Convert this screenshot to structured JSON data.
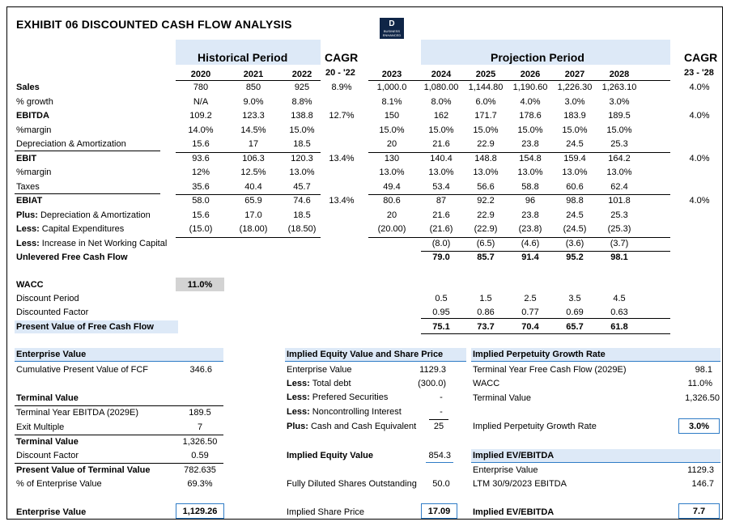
{
  "title": "EXHIBIT  06    DISCOUNTED CASH FLOW ANALYSIS",
  "logo": "BUSINESS ENHANCED",
  "hist_header": "Historical Period",
  "proj_header": "Projection Period",
  "cagr1": "CAGR",
  "cagr1_sub": "20 - '22",
  "cagr2": "CAGR",
  "cagr2_sub": "23 - '28",
  "years": [
    "2020",
    "2021",
    "2022",
    "2023",
    "2024",
    "2025",
    "2026",
    "2027",
    "2028"
  ],
  "rows": [
    {
      "label": "Sales",
      "bold": true,
      "vals": [
        "780",
        "850",
        "925",
        "1,000.0",
        "1,080.00",
        "1,144.80",
        "1,190.60",
        "1,226.30",
        "1,263.10"
      ],
      "cagr1": "8.9%",
      "cagr2": "4.0%"
    },
    {
      "label": "% growth",
      "vals": [
        "N/A",
        "9.0%",
        "8.8%",
        "8.1%",
        "8.0%",
        "6.0%",
        "4.0%",
        "3.0%",
        "3.0%"
      ]
    },
    {
      "label": "EBITDA",
      "bold": true,
      "vals": [
        "109.2",
        "123.3",
        "138.8",
        "150",
        "162",
        "171.7",
        "178.6",
        "183.9",
        "189.5"
      ],
      "cagr1": "12.7%",
      "cagr2": "4.0%"
    },
    {
      "label": "%margin",
      "vals": [
        "14.0%",
        "14.5%",
        "15.0%",
        "15.0%",
        "15.0%",
        "15.0%",
        "15.0%",
        "15.0%",
        "15.0%"
      ]
    },
    {
      "label": "Depreciation & Amortization",
      "vals": [
        "15.6",
        "17",
        "18.5",
        "20",
        "21.6",
        "22.9",
        "23.8",
        "24.5",
        "25.3"
      ],
      "uline": true
    },
    {
      "label": "EBIT",
      "bold": true,
      "vals": [
        "93.6",
        "106.3",
        "120.3",
        "130",
        "140.4",
        "148.8",
        "154.8",
        "159.4",
        "164.2"
      ],
      "cagr1": "13.4%",
      "cagr2": "4.0%"
    },
    {
      "label": "%margin",
      "vals": [
        "12%",
        "12.5%",
        "13.0%",
        "13.0%",
        "13.0%",
        "13.0%",
        "13.0%",
        "13.0%",
        "13.0%"
      ]
    },
    {
      "label": "Taxes",
      "vals": [
        "35.6",
        "40.4",
        "45.7",
        "49.4",
        "53.4",
        "56.6",
        "58.8",
        "60.6",
        "62.4"
      ],
      "uline": true
    },
    {
      "label": "EBIAT",
      "bold": true,
      "vals": [
        "58.0",
        "65.9",
        "74.6",
        "80.6",
        "87",
        "92.2",
        "96",
        "98.8",
        "101.8"
      ],
      "cagr1": "13.4%",
      "cagr2": "4.0%"
    },
    {
      "label": "Depreciation & Amortization",
      "prefix": "Plus: ",
      "vals": [
        "15.6",
        "17.0",
        "18.5",
        "20",
        "21.6",
        "22.9",
        "23.8",
        "24.5",
        "25.3"
      ]
    },
    {
      "label": "Capital Expenditures",
      "prefix": "Less: ",
      "vals": [
        "(15.0)",
        "(18.00)",
        "(18.50)",
        "(20.00)",
        "(21.6)",
        "(22.9)",
        "(23.8)",
        "(24.5)",
        "(25.3)"
      ],
      "uline": true
    },
    {
      "label": "Increase in Net Working Capital",
      "prefix": "Less: ",
      "vals": [
        "",
        "",
        "",
        "",
        "(8.0)",
        "(6.5)",
        "(4.6)",
        "(3.6)",
        "(3.7)"
      ],
      "uline2": true
    },
    {
      "label": "Unlevered Free Cash Flow",
      "bold": true,
      "vals": [
        "",
        "",
        "",
        "",
        "79.0",
        "85.7",
        "91.4",
        "95.2",
        "98.1"
      ]
    }
  ],
  "wacc": {
    "label": "WACC",
    "value": "11.0%"
  },
  "discount_period": {
    "label": "Discount Period",
    "vals": [
      "0.5",
      "1.5",
      "2.5",
      "3.5",
      "4.5"
    ]
  },
  "discount_factor": {
    "label": "Discounted Factor",
    "vals": [
      "0.95",
      "0.86",
      "0.77",
      "0.69",
      "0.63"
    ]
  },
  "pv_fcf": {
    "label": "Present Value of Free Cash Flow",
    "vals": [
      "75.1",
      "73.7",
      "70.4",
      "65.7",
      "61.8"
    ]
  },
  "ev": {
    "header": "Enterprise Value",
    "cum_label": "Cumulative Present Value of FCF",
    "cum_val": "346.6",
    "tv_header": "Terminal Value",
    "tye_label": "Terminal Year EBITDA  (2029E)",
    "tye_val": "189.5",
    "exit_label": "Exit Multiple",
    "exit_val": "7",
    "tv_label": "Terminal Value",
    "tv_val": "1,326.50",
    "df_label": "Discount Factor",
    "df_val": "0.59",
    "pvtv_label": "Present Value of Terminal Value",
    "pvtv_val": "782.635",
    "pct_label": "% of Enterprise Value",
    "pct_val": "69.3%",
    "final_label": "Enterprise Value",
    "final_val": "1,129.26"
  },
  "equity": {
    "header": "Implied Equity Value and Share Price",
    "ev_label": "Enterprise Value",
    "ev_val": "1129.3",
    "debt_prefix": "Less: ",
    "debt_label": "Total debt",
    "debt_val": "(300.0)",
    "pref_prefix": "Less: ",
    "pref_label": "Prefered Securities",
    "pref_val": "-",
    "nci_prefix": "Less: ",
    "nci_label": "Noncontrolling Interest",
    "nci_val": "-",
    "cash_prefix": "Plus: ",
    "cash_label": "Cash and Cash Equivalent",
    "cash_val": "25",
    "iev_label": "Implied Equity Value",
    "iev_val": "854.3",
    "shares_label": "Fully Diluted Shares Outstanding",
    "shares_val": "50.0",
    "price_label": "Implied Share Price",
    "price_val": "17.09"
  },
  "pgr": {
    "header": "Implied Perpetuity Growth Rate",
    "tyfcf_label": "Terminal Year Free Cash Flow (2029E)",
    "tyfcf_val": "98.1",
    "wacc_label": "WACC",
    "wacc_val": "11.0%",
    "tv_label": "Terminal Value",
    "tv_val": "1,326.50",
    "ipgr_label": "Implied Perpetuity Growth Rate",
    "ipgr_val": "3.0%"
  },
  "evebitda": {
    "header": "Implied EV/EBITDA",
    "ev_label": "Enterprise Value",
    "ev_val": "1129.3",
    "ltm_label": "LTM 30/9/2023 EBITDA",
    "ltm_val": "146.7",
    "final_label": "Implied EV/EBITDA",
    "final_val": "7.7"
  }
}
